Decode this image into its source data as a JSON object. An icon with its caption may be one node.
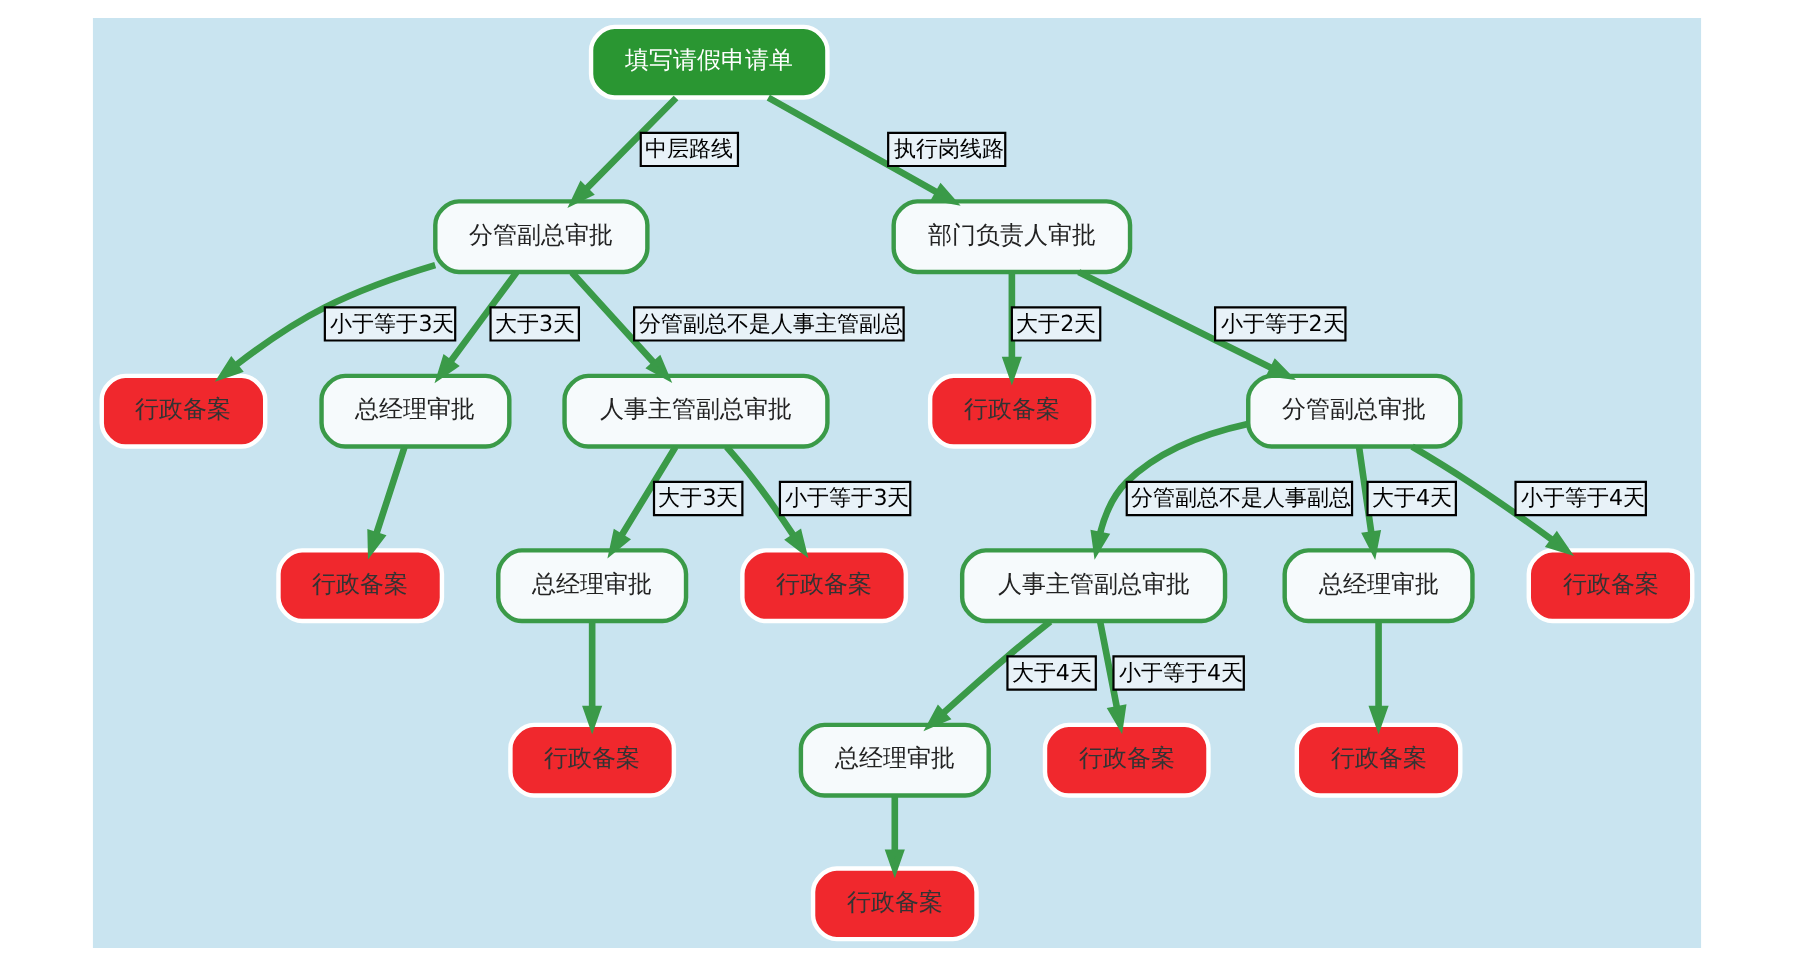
{
  "diagram": {
    "nodes": [
      {
        "text": [
          "填写请假申请单"
        ]
      },
      {
        "text": [
          "分管副总审批"
        ]
      },
      {
        "text": [
          "部门负责人审批"
        ]
      },
      {
        "text": [
          "行政备案"
        ]
      },
      {
        "text": [
          "行政备案"
        ]
      },
      {
        "text": [
          "分管副总审批"
        ]
      },
      {
        "text": [
          "总经理审批"
        ]
      },
      {
        "text": [
          "人事主管副总审批"
        ]
      },
      {
        "text": [
          "行政备案"
        ]
      },
      {
        "text": [
          "人事主管副总审批"
        ]
      },
      {
        "text": [
          "总经理审批"
        ]
      },
      {
        "text": [
          "行政备案"
        ]
      },
      {
        "text": [
          "总经理审批"
        ]
      },
      {
        "text": [
          "总经理审批"
        ]
      },
      {
        "text": [
          "行政备案"
        ]
      },
      {
        "text": [
          "行政备案"
        ]
      },
      {
        "text": [
          "行政备案"
        ]
      },
      {
        "text": [
          "行政备案"
        ]
      },
      {
        "text": [
          "行政备案"
        ]
      }
    ],
    "edges": [
      {
        "from": 0,
        "to": 1,
        "arrow": "to",
        "label": "中层路线"
      },
      {
        "from": 0,
        "to": 2,
        "arrow": "to",
        "label": "执行岗线路"
      },
      {
        "from": 1,
        "to": 3,
        "arrow": "to",
        "label": "小于等于3天"
      },
      {
        "from": 1,
        "to": 7,
        "arrow": "to",
        "label": "分管副总不是人事主管副总"
      },
      {
        "from": 1,
        "to": 6,
        "arrow": "to",
        "label": "大于3天"
      },
      {
        "from": 6,
        "to": 8,
        "arrow": "to"
      },
      {
        "from": 7,
        "to": 14,
        "arrow": "to",
        "label": "小于等于3天"
      },
      {
        "from": 7,
        "to": 12,
        "arrow": "to",
        "label": "大于3天"
      },
      {
        "from": 12,
        "to": 17,
        "arrow": "to"
      },
      {
        "from": 2,
        "to": 4,
        "arrow": "to",
        "label": "大于2天"
      },
      {
        "from": 2,
        "to": 5,
        "arrow": "to",
        "label": "小于等于2天"
      },
      {
        "from": 5,
        "to": 9,
        "arrow": "to",
        "label": "分管副总不是人事副总"
      },
      {
        "from": 5,
        "to": 10,
        "arrow": "to",
        "label": "大于4天"
      },
      {
        "from": 5,
        "to": 11,
        "arrow": "to",
        "label": "小于等于4天"
      },
      {
        "from": 9,
        "to": 15,
        "arrow": "to",
        "label": "小于等于4天"
      },
      {
        "from": 9,
        "to": 13,
        "arrow": "to",
        "label": "大于4天"
      },
      {
        "from": 13,
        "to": 18,
        "arrow": "to"
      },
      {
        "from": 10,
        "to": 16,
        "arrow": "to"
      }
    ]
  }
}
